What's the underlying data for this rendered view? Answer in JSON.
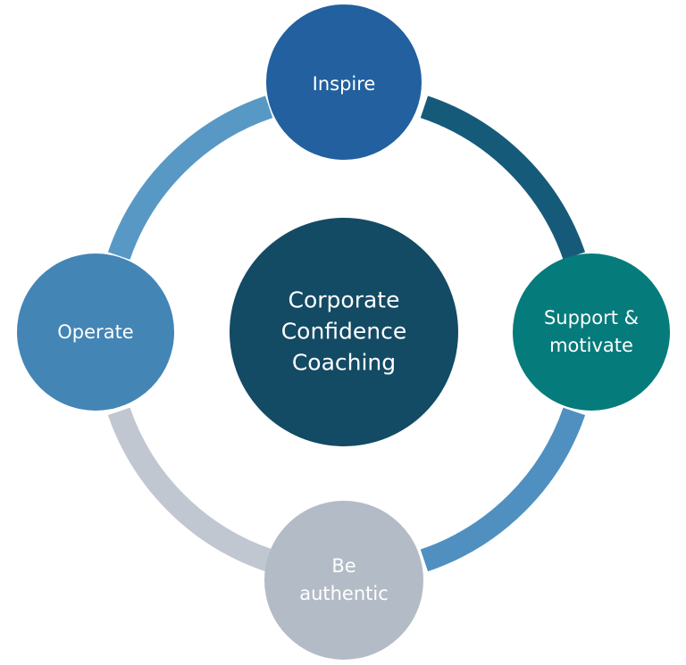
{
  "diagram": {
    "center": {
      "lines": [
        "Corporate",
        "Confidence",
        "Coaching"
      ],
      "color": "#134a64"
    },
    "nodes": [
      {
        "id": "inspire",
        "lines": [
          "Inspire"
        ],
        "color": "#22609f"
      },
      {
        "id": "support",
        "lines": [
          "Support &",
          "motivate"
        ],
        "color": "#067b7b"
      },
      {
        "id": "be-authentic",
        "lines": [
          "Be",
          "authentic"
        ],
        "color": "#b3bcc6"
      },
      {
        "id": "operate",
        "lines": [
          "Operate"
        ],
        "color": "#4385b5"
      }
    ],
    "arcs": [
      {
        "from": "inspire",
        "to": "support",
        "color": "#165a7a"
      },
      {
        "from": "support",
        "to": "be-authentic",
        "color": "#4f90c1"
      },
      {
        "from": "be-authentic",
        "to": "operate",
        "color": "#c0c7d0"
      },
      {
        "from": "operate",
        "to": "inspire",
        "color": "#5898c5"
      }
    ]
  }
}
